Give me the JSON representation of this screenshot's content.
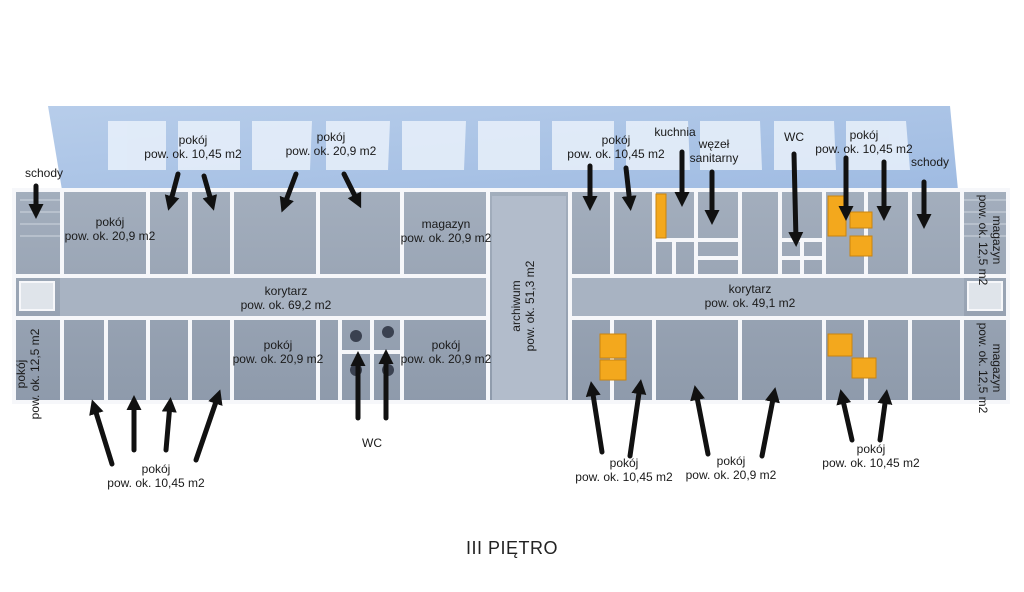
{
  "title": "III PIĘTRO",
  "labels": {
    "schody_l": "schody",
    "pokoj_1045_top": "pokój",
    "pokoj_1045_top_area": "pow. ok. 10,45 m2",
    "pokoj_209_top": "pokój",
    "pokoj_209_top_area": "pow. ok. 20,9 m2",
    "pokoj_209_left": "pokój",
    "pokoj_209_left_area": "pow. ok. 20,9 m2",
    "magazyn_mid": "magazyn",
    "magazyn_mid_area": "pow. ok. 20,9 m2",
    "korytarz_l": "korytarz",
    "korytarz_l_area": "pow. ok. 69,2 m2",
    "pokoj_209_bl": "pokój",
    "pokoj_209_bl_area": "pow. ok. 20,9 m2",
    "pokoj_209_bm": "pokój",
    "pokoj_209_bm_area": "pow. ok. 20,9 m2",
    "pokoj_125_l": "pokój",
    "pokoj_125_l_area": "pow. ok. 12,5 m2",
    "pokoj_1045_bottom_l": "pokój",
    "pokoj_1045_bottom_l_area": "pow. ok. 10,45 m2",
    "wc_bottom": "WC",
    "archiwum": "archiwum",
    "archiwum_area": "pow. ok. 51,3 m2",
    "pokoj_1045_tr1": "pokój",
    "pokoj_1045_tr1_area": "pow. ok. 10,45 m2",
    "kuchnia": "kuchnia",
    "wezel": "węzeł",
    "wezel_2": "sanitarny",
    "wc_top": "WC",
    "pokoj_1045_tr2": "pokój",
    "pokoj_1045_tr2_area": "pow. ok. 10,45 m2",
    "schody_r": "schody",
    "magazyn_r_top": "magazyn",
    "magazyn_r_top_area": "pow. ok. 12,5 m2",
    "korytarz_r": "korytarz",
    "korytarz_r_area": "pow. ok. 49,1 m2",
    "magazyn_r_bottom": "magazyn",
    "magazyn_r_bottom_area": "pow. ok. 12,5 m2",
    "pokoj_1045_br1": "pokój",
    "pokoj_1045_br1_area": "pow. ok. 10,45 m2",
    "pokoj_209_br": "pokój",
    "pokoj_209_br_area": "pow. ok. 20,9 m2",
    "pokoj_1045_br2": "pokój",
    "pokoj_1045_br2_area": "pow. ok. 10,45 m2"
  },
  "colors": {
    "roof": "#a9c3e6",
    "floor": "#9aa6b6",
    "floor_dark": "#8090a4",
    "wall": "#f4f6f9",
    "highlight": "#f3a81d",
    "arrow": "#111111"
  }
}
